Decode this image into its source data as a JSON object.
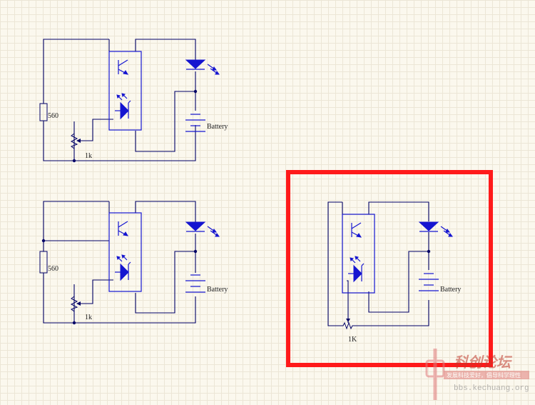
{
  "circuits": [
    {
      "id": "circuit-1",
      "resistor_label": "560",
      "pot_label": "1k",
      "battery_label": "Battery"
    },
    {
      "id": "circuit-2",
      "resistor_label": "560",
      "pot_label": "1k",
      "battery_label": "Battery"
    },
    {
      "id": "circuit-3",
      "pot_label": "1K",
      "battery_label": "Battery"
    }
  ],
  "highlight": {
    "color": "#ff1a1a"
  },
  "watermark": {
    "title": "科创论坛",
    "subtitle": "发展科技爱好，倡导科学理性",
    "url": "bbs.kechuang.org"
  },
  "colors": {
    "wire": "#000066",
    "symbol": "#1515d0",
    "background": "#fbf8ee"
  }
}
